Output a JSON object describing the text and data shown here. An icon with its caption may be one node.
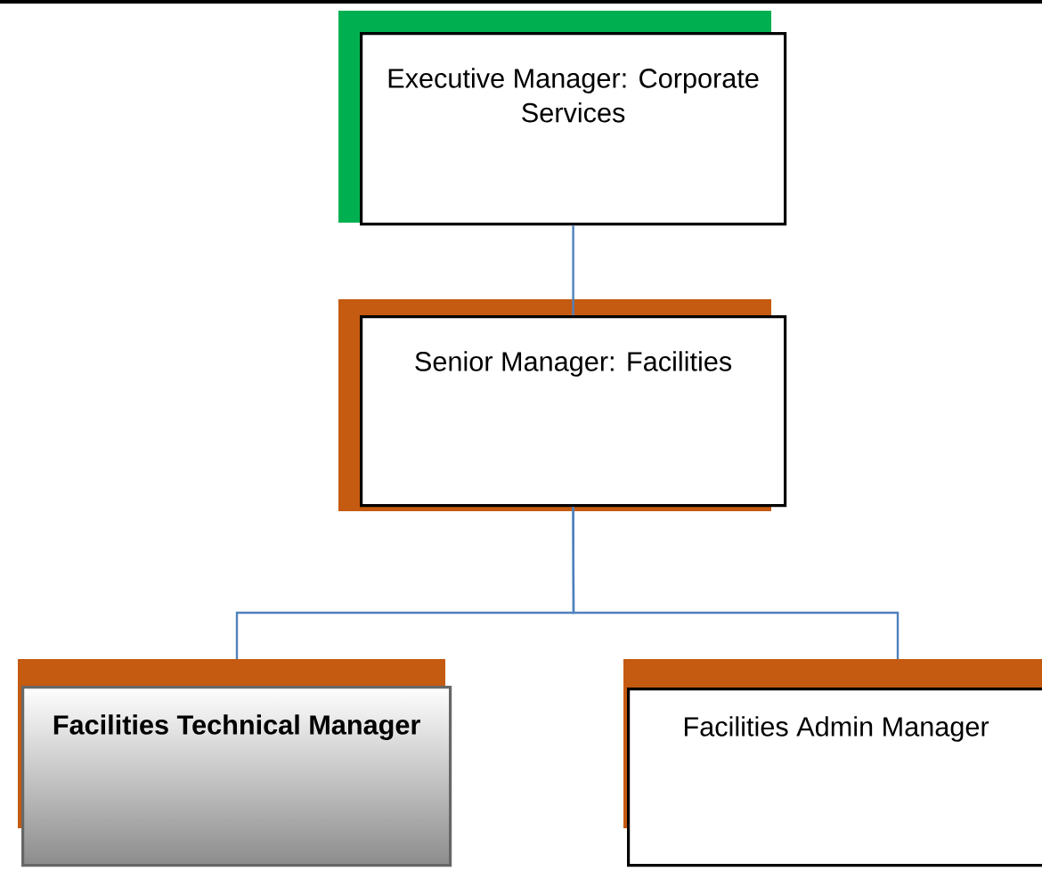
{
  "diagram": {
    "nodes": [
      {
        "text": [
          "Executive Manager: Corporate Services"
        ]
      },
      {
        "text": [
          "Senior Manager: Facilities"
        ]
      },
      {
        "text": [
          "Facilities Technical Manager"
        ]
      },
      {
        "text": [
          "Facilities Admin Manager"
        ]
      }
    ],
    "edges": [
      {
        "from": 0,
        "to": 1,
        "arrow": "none"
      },
      {
        "from": 1,
        "to": 2,
        "arrow": "none"
      },
      {
        "from": 1,
        "to": 3,
        "arrow": "none"
      }
    ]
  }
}
